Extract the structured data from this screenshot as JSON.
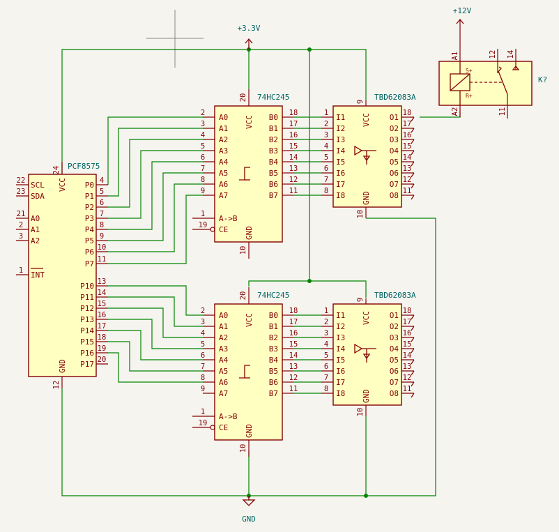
{
  "power": {
    "v33": "+3.3V",
    "v12": "+12V",
    "gnd": "GND"
  },
  "pcf": {
    "ref": "PCF8575",
    "vcc": {
      "label": "VCC",
      "num": "24"
    },
    "gnd": {
      "label": "GND",
      "num": "12"
    },
    "left": [
      {
        "label": "SCL",
        "num": "22"
      },
      {
        "label": "SDA",
        "num": "23"
      },
      {
        "label": "A0",
        "num": "21"
      },
      {
        "label": "A1",
        "num": "2"
      },
      {
        "label": "A2",
        "num": "3"
      },
      {
        "label": "INT",
        "num": "1"
      }
    ],
    "right": [
      {
        "label": "P0",
        "num": "4"
      },
      {
        "label": "P1",
        "num": "5"
      },
      {
        "label": "P2",
        "num": "6"
      },
      {
        "label": "P3",
        "num": "7"
      },
      {
        "label": "P4",
        "num": "8"
      },
      {
        "label": "P5",
        "num": "9"
      },
      {
        "label": "P6",
        "num": "10"
      },
      {
        "label": "P7",
        "num": "11"
      },
      {
        "label": "P10",
        "num": "13"
      },
      {
        "label": "P11",
        "num": "14"
      },
      {
        "label": "P12",
        "num": "15"
      },
      {
        "label": "P13",
        "num": "16"
      },
      {
        "label": "P14",
        "num": "17"
      },
      {
        "label": "P15",
        "num": "18"
      },
      {
        "label": "P16",
        "num": "19"
      },
      {
        "label": "P17",
        "num": "20"
      }
    ]
  },
  "hc245": {
    "ref": "74HC245",
    "vcc": {
      "label": "VCC",
      "num": "20"
    },
    "gnd": {
      "label": "GND",
      "num": "10"
    },
    "a": [
      {
        "label": "A0",
        "num": "2"
      },
      {
        "label": "A1",
        "num": "3"
      },
      {
        "label": "A2",
        "num": "4"
      },
      {
        "label": "A3",
        "num": "5"
      },
      {
        "label": "A4",
        "num": "6"
      },
      {
        "label": "A5",
        "num": "7"
      },
      {
        "label": "A6",
        "num": "8"
      },
      {
        "label": "A7",
        "num": "9"
      }
    ],
    "b": [
      {
        "label": "B0",
        "num": "18"
      },
      {
        "label": "B1",
        "num": "17"
      },
      {
        "label": "B2",
        "num": "16"
      },
      {
        "label": "B3",
        "num": "15"
      },
      {
        "label": "B4",
        "num": "14"
      },
      {
        "label": "B5",
        "num": "13"
      },
      {
        "label": "B6",
        "num": "12"
      },
      {
        "label": "B7",
        "num": "11"
      }
    ],
    "dir": {
      "label": "A->B",
      "num": "1"
    },
    "ce": {
      "label": "CE",
      "num": "19"
    }
  },
  "tbd": {
    "ref": "TBD62083A",
    "vcc": {
      "label": "VCC",
      "num": "9"
    },
    "gnd": {
      "label": "GND",
      "num": "10"
    },
    "i": [
      {
        "label": "I1",
        "num": "1"
      },
      {
        "label": "I2",
        "num": "2"
      },
      {
        "label": "I3",
        "num": "3"
      },
      {
        "label": "I4",
        "num": "4"
      },
      {
        "label": "I5",
        "num": "5"
      },
      {
        "label": "I6",
        "num": "6"
      },
      {
        "label": "I7",
        "num": "7"
      },
      {
        "label": "I8",
        "num": "8"
      }
    ],
    "o": [
      {
        "label": "O1",
        "num": "18"
      },
      {
        "label": "O2",
        "num": "17"
      },
      {
        "label": "O3",
        "num": "16"
      },
      {
        "label": "O4",
        "num": "15"
      },
      {
        "label": "O5",
        "num": "14"
      },
      {
        "label": "O6",
        "num": "13"
      },
      {
        "label": "O7",
        "num": "12"
      },
      {
        "label": "O8",
        "num": "11"
      }
    ]
  },
  "relay": {
    "ref": "K?",
    "pins": {
      "a1": "A1",
      "a2": "A2",
      "p12": "12",
      "p14": "14",
      "p11": "11"
    },
    "coil": {
      "plus": "S+",
      "minus": "R+"
    }
  }
}
